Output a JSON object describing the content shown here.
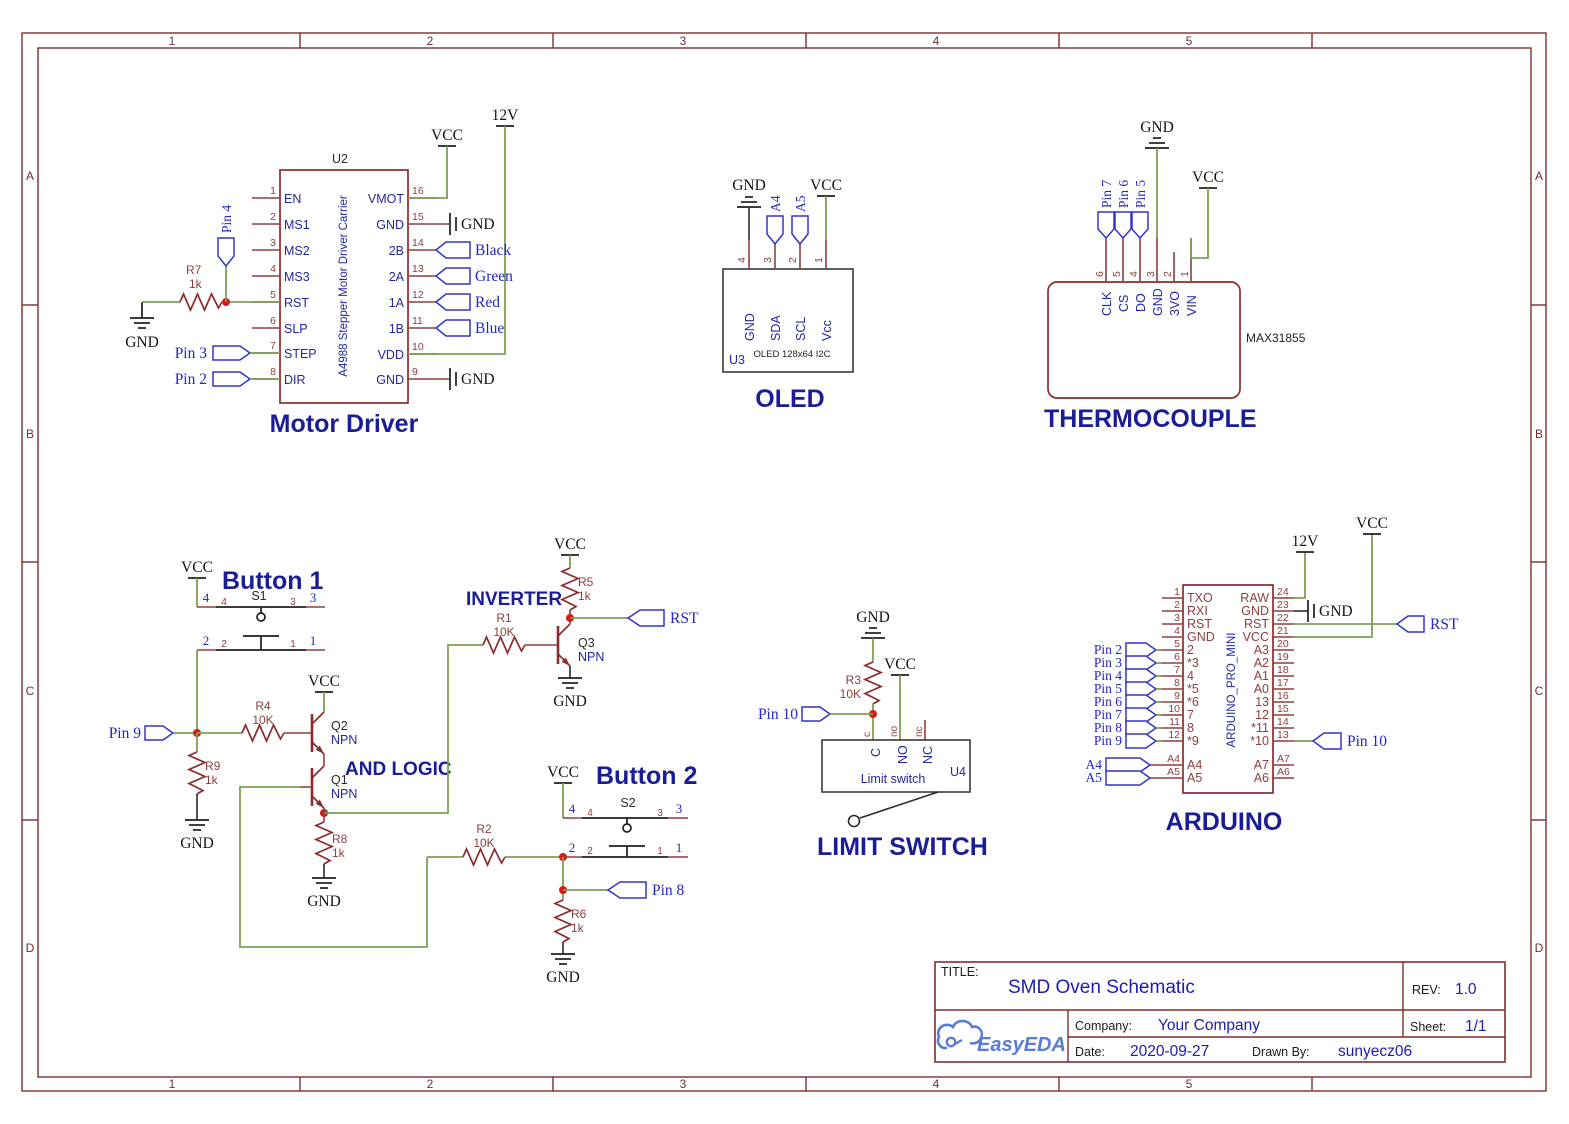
{
  "frame": {
    "cols": [
      "1",
      "2",
      "3",
      "4",
      "5"
    ],
    "rows": [
      "A",
      "B",
      "C",
      "D"
    ]
  },
  "net": {
    "vcc": "VCC",
    "gnd": "GND",
    "v12": "12V",
    "rst": "RST"
  },
  "motor_driver": {
    "designator": "U2",
    "label": "Motor Driver",
    "part": "A4988 Stepper Motor Driver Carrier",
    "pins_left": [
      {
        "n": "1",
        "t": "EN"
      },
      {
        "n": "2",
        "t": "MS1"
      },
      {
        "n": "3",
        "t": "MS2"
      },
      {
        "n": "4",
        "t": "MS3"
      },
      {
        "n": "5",
        "t": "RST"
      },
      {
        "n": "6",
        "t": "SLP"
      },
      {
        "n": "7",
        "t": "STEP"
      },
      {
        "n": "8",
        "t": "DIR"
      }
    ],
    "pins_right": [
      {
        "n": "16",
        "t": "VMOT"
      },
      {
        "n": "15",
        "t": "GND"
      },
      {
        "n": "14",
        "t": "2B"
      },
      {
        "n": "13",
        "t": "2A"
      },
      {
        "n": "12",
        "t": "1A"
      },
      {
        "n": "11",
        "t": "1B"
      },
      {
        "n": "10",
        "t": "VDD"
      },
      {
        "n": "9",
        "t": "GND"
      }
    ],
    "flags_right": [
      "Black",
      "Green",
      "Red",
      "Blue"
    ],
    "flag_pin4": "Pin 4",
    "flag_pin3": "Pin 3",
    "flag_pin2": "Pin 2",
    "r7": {
      "d": "R7",
      "v": "1k"
    }
  },
  "oled": {
    "designator": "U3",
    "label": "OLED",
    "part": "OLED 128x64 I2C",
    "pins": [
      {
        "n": "4",
        "t": "GND"
      },
      {
        "n": "3",
        "t": "SDA"
      },
      {
        "n": "2",
        "t": "SCL"
      },
      {
        "n": "1",
        "t": "Vcc"
      }
    ],
    "flag_a4": "A4",
    "flag_a5": "A5"
  },
  "thermocouple": {
    "label": "THERMOCOUPLE",
    "part": "MAX31855",
    "pins": [
      {
        "n": "6",
        "t": "CLK"
      },
      {
        "n": "5",
        "t": "CS"
      },
      {
        "n": "4",
        "t": "DO"
      },
      {
        "n": "3",
        "t": "GND"
      },
      {
        "n": "2",
        "t": "3VO"
      },
      {
        "n": "1",
        "t": "VIN"
      }
    ],
    "flags": [
      "Pin 7",
      "Pin 6",
      "Pin 5"
    ]
  },
  "button1": {
    "label": "Button 1",
    "designator": "S1",
    "pin_nums": [
      "4",
      "3",
      "2",
      "1"
    ]
  },
  "and_logic": {
    "label": "AND LOGIC",
    "flag_pin9": "Pin 9",
    "r4": {
      "d": "R4",
      "v": "10K"
    },
    "r9": {
      "d": "R9",
      "v": "1k"
    },
    "r8": {
      "d": "R8",
      "v": "1k"
    },
    "q2": {
      "d": "Q2",
      "v": "NPN"
    },
    "q1": {
      "d": "Q1",
      "v": "NPN"
    }
  },
  "inverter": {
    "label": "INVERTER",
    "r1": {
      "d": "R1",
      "v": "10K"
    },
    "r5": {
      "d": "R5",
      "v": "1k"
    },
    "q3": {
      "d": "Q3",
      "v": "NPN"
    },
    "flag_rst": "RST"
  },
  "button2": {
    "label": "Button 2",
    "designator": "S2",
    "pin_nums": [
      "4",
      "3",
      "2",
      "1"
    ],
    "r2": {
      "d": "R2",
      "v": "10K"
    },
    "r6": {
      "d": "R6",
      "v": "1k"
    },
    "flag_pin8": "Pin 8"
  },
  "limit_switch": {
    "label": "LIMIT SWITCH",
    "designator": "U4",
    "part": "Limit switch",
    "pins_outer": [
      "c",
      "no",
      "nc"
    ],
    "pins_inner": [
      "C",
      "NO",
      "NC"
    ],
    "r3": {
      "d": "R3",
      "v": "10K"
    },
    "flag_pin10": "Pin 10"
  },
  "arduino": {
    "label": "ARDUINO",
    "part": "ARDUINO_PRO_MINI",
    "pins_left": [
      {
        "n": "1",
        "t": "TXO"
      },
      {
        "n": "2",
        "t": "RXI"
      },
      {
        "n": "3",
        "t": "RST"
      },
      {
        "n": "4",
        "t": "GND"
      },
      {
        "n": "5",
        "t": "2"
      },
      {
        "n": "6",
        "t": "*3"
      },
      {
        "n": "7",
        "t": "4"
      },
      {
        "n": "8",
        "t": "*5"
      },
      {
        "n": "9",
        "t": "*6"
      },
      {
        "n": "10",
        "t": "7"
      },
      {
        "n": "11",
        "t": "8"
      },
      {
        "n": "12",
        "t": "*9"
      },
      {
        "n": "A4",
        "t": "A4"
      },
      {
        "n": "A5",
        "t": "A5"
      }
    ],
    "pins_right": [
      {
        "n": "24",
        "t": "RAW"
      },
      {
        "n": "23",
        "t": "GND"
      },
      {
        "n": "22",
        "t": "RST"
      },
      {
        "n": "21",
        "t": "VCC"
      },
      {
        "n": "20",
        "t": "A3"
      },
      {
        "n": "19",
        "t": "A2"
      },
      {
        "n": "18",
        "t": "A1"
      },
      {
        "n": "17",
        "t": "A0"
      },
      {
        "n": "16",
        "t": "13"
      },
      {
        "n": "15",
        "t": "12"
      },
      {
        "n": "14",
        "t": "*11"
      },
      {
        "n": "13",
        "t": "*10"
      },
      {
        "n": "A7",
        "t": "A7"
      },
      {
        "n": "A6",
        "t": "A6"
      }
    ],
    "flags_left": [
      "Pin 2",
      "Pin 3",
      "Pin 4",
      "Pin 5",
      "Pin 6",
      "Pin 7",
      "Pin 8",
      "Pin 9"
    ],
    "flags_bottom": [
      "A4",
      "A5"
    ],
    "flag_pin10": "Pin 10"
  },
  "title_block": {
    "title_label": "TITLE:",
    "title": "SMD Oven Schematic",
    "rev_label": "REV:",
    "rev": "1.0",
    "company_label": "Company:",
    "company": "Your Company",
    "sheet_label": "Sheet:",
    "sheet": "1/1",
    "date_label": "Date:",
    "date": "2020-09-27",
    "drawn_label": "Drawn By:",
    "drawn_by": "sunyecz06",
    "logo": "EasyEDA"
  },
  "colors": {
    "wire": "#7f9e54",
    "component": "#8b2b2b",
    "pin_text": "#23269f",
    "net_label": "#2525c8",
    "section_label": "#1b1d96",
    "frame": "#7d2e2e",
    "junction": "#cf1d1d",
    "logo": "#5b7cd6"
  }
}
